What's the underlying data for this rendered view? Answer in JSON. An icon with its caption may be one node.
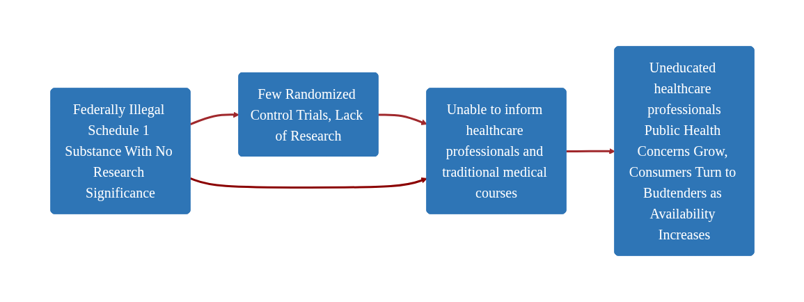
{
  "diagram": {
    "nodes": [
      {
        "text": [
          "Federally Illegal Schedule 1 Substance With No Research Significance"
        ]
      },
      {
        "text": [
          "Few Randomized Control Trials, Lack of Research"
        ]
      },
      {
        "text": [
          "Unable to inform healthcare professionals and traditional medical courses"
        ]
      },
      {
        "text": [
          "Uneducated healthcare professionals",
          "Public Health Concerns Grow, Consumers Turn to Budtenders as Availability Increases"
        ]
      }
    ],
    "edges": [
      {
        "from": 0,
        "to": 1,
        "arrow": "to"
      },
      {
        "from": 1,
        "to": 2,
        "arrow": "to"
      },
      {
        "from": 2,
        "to": 3,
        "arrow": "to"
      },
      {
        "from": 0,
        "to": 2,
        "arrow": "to",
        "color": "#8b0000"
      }
    ]
  }
}
